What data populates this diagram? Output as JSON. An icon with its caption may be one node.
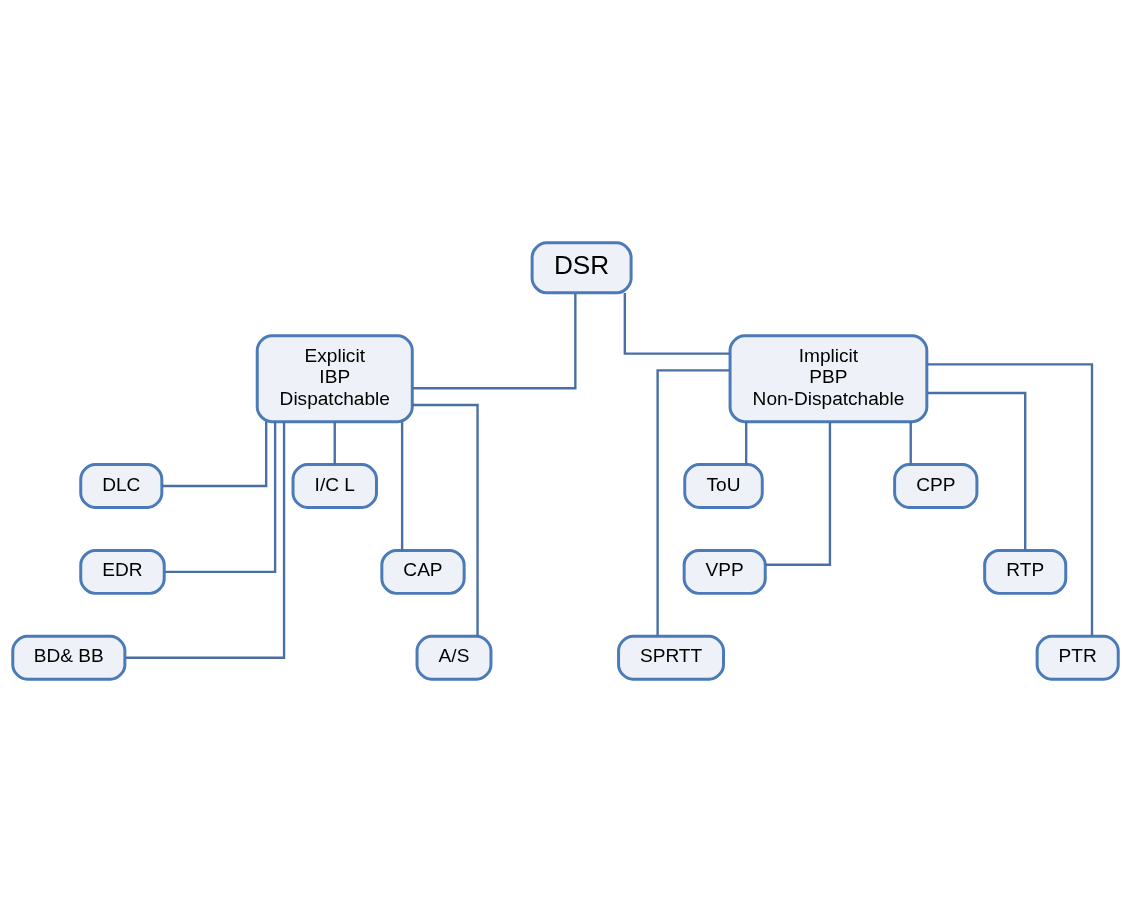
{
  "diagram": {
    "nodes": [
      {
        "text": [
          "DSR"
        ]
      },
      {
        "text": [
          "Explicit",
          "IBP",
          "Dispatchable"
        ]
      },
      {
        "text": [
          "Implicit",
          "PBP",
          "Non-Dispatchable"
        ]
      },
      {
        "text": [
          "DLC"
        ]
      },
      {
        "text": [
          "I/C L"
        ]
      },
      {
        "text": [
          "EDR"
        ]
      },
      {
        "text": [
          "CAP"
        ]
      },
      {
        "text": [
          "BD& BB"
        ]
      },
      {
        "text": [
          "A/S"
        ]
      },
      {
        "text": [
          "ToU"
        ]
      },
      {
        "text": [
          "CPP"
        ]
      },
      {
        "text": [
          "VPP"
        ]
      },
      {
        "text": [
          "RTP"
        ]
      },
      {
        "text": [
          "SPRTT"
        ]
      },
      {
        "text": [
          "PTR"
        ]
      }
    ],
    "edges": [
      {
        "from": 0,
        "to": 1,
        "arrow": "none"
      },
      {
        "from": 0,
        "to": 2,
        "arrow": "none"
      },
      {
        "from": 1,
        "to": 3,
        "arrow": "none"
      },
      {
        "from": 1,
        "to": 4,
        "arrow": "none"
      },
      {
        "from": 1,
        "to": 5,
        "arrow": "none"
      },
      {
        "from": 1,
        "to": 6,
        "arrow": "none"
      },
      {
        "from": 1,
        "to": 7,
        "arrow": "none"
      },
      {
        "from": 1,
        "to": 8,
        "arrow": "none"
      },
      {
        "from": 2,
        "to": 9,
        "arrow": "none"
      },
      {
        "from": 2,
        "to": 10,
        "arrow": "none"
      },
      {
        "from": 2,
        "to": 11,
        "arrow": "none"
      },
      {
        "from": 2,
        "to": 12,
        "arrow": "none"
      },
      {
        "from": 2,
        "to": 13,
        "arrow": "none"
      },
      {
        "from": 2,
        "to": 14,
        "arrow": "none"
      }
    ]
  }
}
